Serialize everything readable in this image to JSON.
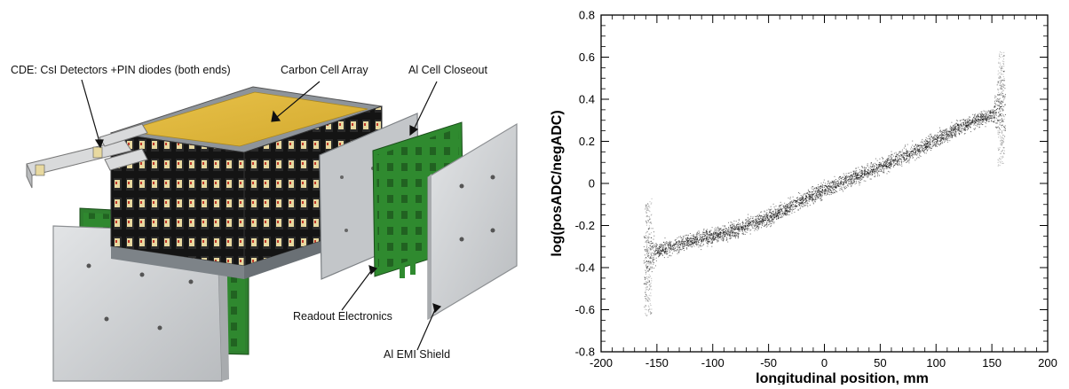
{
  "diagram": {
    "labels": {
      "cde": "CDE: CsI Detectors +PIN diodes (both ends)",
      "carbon": "Carbon Cell Array",
      "al_closeout": "Al Cell Closeout",
      "readout": "Readout Electronics",
      "emi": "Al EMI Shield"
    },
    "colors": {
      "carbon_top": "#e3bb3c",
      "frame": "#9aa0a6",
      "pcb": "#2f8a2f",
      "shield": "#d4d6d8",
      "cell_front": "#1a1a1a"
    }
  },
  "chart_data": {
    "type": "scatter",
    "title": "",
    "xlabel": "longitudinal position, mm",
    "ylabel": "log(posADC/negADC)",
    "xlim": [
      -200,
      200
    ],
    "ylim": [
      -0.8,
      0.8
    ],
    "xticks": [
      -200,
      -150,
      -100,
      -50,
      0,
      50,
      100,
      150,
      200
    ],
    "yticks": [
      -0.8,
      -0.6,
      -0.4,
      -0.2,
      0,
      0.2,
      0.4,
      0.6,
      0.8
    ],
    "xtick_labels": [
      "-200",
      "-150",
      "-100",
      "-50",
      "0",
      "50",
      "100",
      "150",
      "200"
    ],
    "ytick_labels": [
      "-0.8",
      "-0.6",
      "-0.4",
      "-0.2",
      "0",
      "0.2",
      "0.4",
      "0.6",
      "0.8"
    ],
    "grid": false,
    "marker_color": "#000000",
    "trend": {
      "x": [
        -160,
        -150,
        -125,
        -100,
        -75,
        -50,
        -25,
        0,
        25,
        50,
        75,
        100,
        125,
        150,
        160
      ],
      "y": [
        -0.36,
        -0.32,
        -0.28,
        -0.25,
        -0.21,
        -0.16,
        -0.09,
        -0.03,
        0.03,
        0.08,
        0.14,
        0.21,
        0.28,
        0.33,
        0.37
      ]
    },
    "x_range": [
      -162,
      162
    ],
    "band_halfwidth": 0.03
  }
}
